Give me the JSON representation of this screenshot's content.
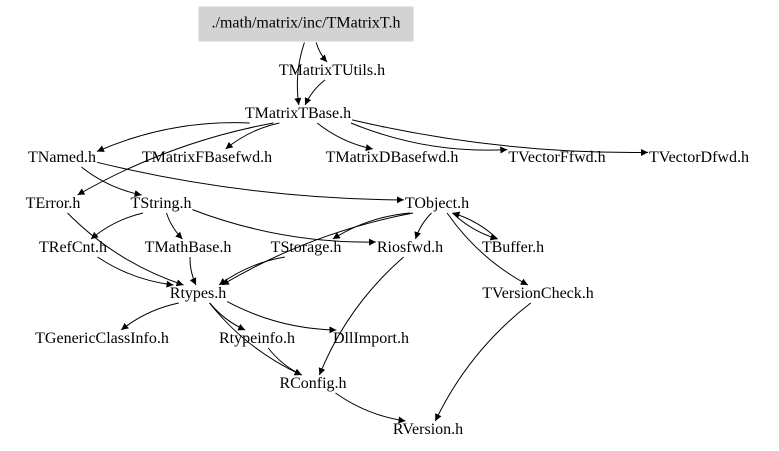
{
  "colors": {
    "root_fill": "#d3d3d3",
    "edge": "#000000",
    "text": "#000000"
  },
  "nodes": [
    {
      "id": "root",
      "label": "./math/matrix/inc/TMatrixT.h",
      "highlight": true
    },
    {
      "id": "tmatrixtutils",
      "label": "TMatrixTUtils.h"
    },
    {
      "id": "tmatrixtbase",
      "label": "TMatrixTBase.h"
    },
    {
      "id": "tnamed",
      "label": "TNamed.h"
    },
    {
      "id": "tmatrixfbasefwd",
      "label": "TMatrixFBasefwd.h"
    },
    {
      "id": "tmatrixdbasefwd",
      "label": "TMatrixDBasefwd.h"
    },
    {
      "id": "tvectorffwd",
      "label": "TVectorFfwd.h"
    },
    {
      "id": "tvectordfwd",
      "label": "TVectorDfwd.h"
    },
    {
      "id": "terror",
      "label": "TError.h"
    },
    {
      "id": "tstring",
      "label": "TString.h"
    },
    {
      "id": "tobject",
      "label": "TObject.h"
    },
    {
      "id": "trefcnt",
      "label": "TRefCnt.h"
    },
    {
      "id": "tmathbase",
      "label": "TMathBase.h"
    },
    {
      "id": "tstorage",
      "label": "TStorage.h"
    },
    {
      "id": "riosfwd",
      "label": "Riosfwd.h"
    },
    {
      "id": "tbuffer",
      "label": "TBuffer.h"
    },
    {
      "id": "rtypes",
      "label": "Rtypes.h"
    },
    {
      "id": "tversioncheck",
      "label": "TVersionCheck.h"
    },
    {
      "id": "tgenericclassinfo",
      "label": "TGenericClassInfo.h"
    },
    {
      "id": "rtypeinfo",
      "label": "Rtypeinfo.h"
    },
    {
      "id": "dllimport",
      "label": "DllImport.h"
    },
    {
      "id": "rconfig",
      "label": "RConfig.h"
    },
    {
      "id": "rversion",
      "label": "RVersion.h"
    }
  ],
  "edges": [
    [
      "root",
      "tmatrixtutils"
    ],
    [
      "root",
      "tmatrixtbase"
    ],
    [
      "tmatrixtutils",
      "tmatrixtbase"
    ],
    [
      "tmatrixtbase",
      "tnamed"
    ],
    [
      "tmatrixtbase",
      "tmatrixfbasefwd"
    ],
    [
      "tmatrixtbase",
      "tmatrixdbasefwd"
    ],
    [
      "tmatrixtbase",
      "tvectorffwd"
    ],
    [
      "tmatrixtbase",
      "tvectordfwd"
    ],
    [
      "tmatrixtbase",
      "terror"
    ],
    [
      "tnamed",
      "tstring"
    ],
    [
      "tnamed",
      "tobject"
    ],
    [
      "tstring",
      "trefcnt"
    ],
    [
      "tstring",
      "tmathbase"
    ],
    [
      "tstring",
      "riosfwd"
    ],
    [
      "tobject",
      "riosfwd"
    ],
    [
      "tobject",
      "tstorage"
    ],
    [
      "tobject",
      "tbuffer"
    ],
    [
      "tbuffer",
      "tobject"
    ],
    [
      "tobject",
      "tversioncheck"
    ],
    [
      "tobject",
      "rtypes"
    ],
    [
      "terror",
      "rtypes"
    ],
    [
      "trefcnt",
      "rtypes"
    ],
    [
      "tmathbase",
      "rtypes"
    ],
    [
      "tstorage",
      "rtypes"
    ],
    [
      "rtypes",
      "tgenericclassinfo"
    ],
    [
      "rtypes",
      "rtypeinfo"
    ],
    [
      "rtypes",
      "dllimport"
    ],
    [
      "rtypes",
      "rconfig"
    ],
    [
      "rtypeinfo",
      "rconfig"
    ],
    [
      "riosfwd",
      "rconfig"
    ],
    [
      "tversioncheck",
      "rversion"
    ],
    [
      "rconfig",
      "rversion"
    ]
  ]
}
